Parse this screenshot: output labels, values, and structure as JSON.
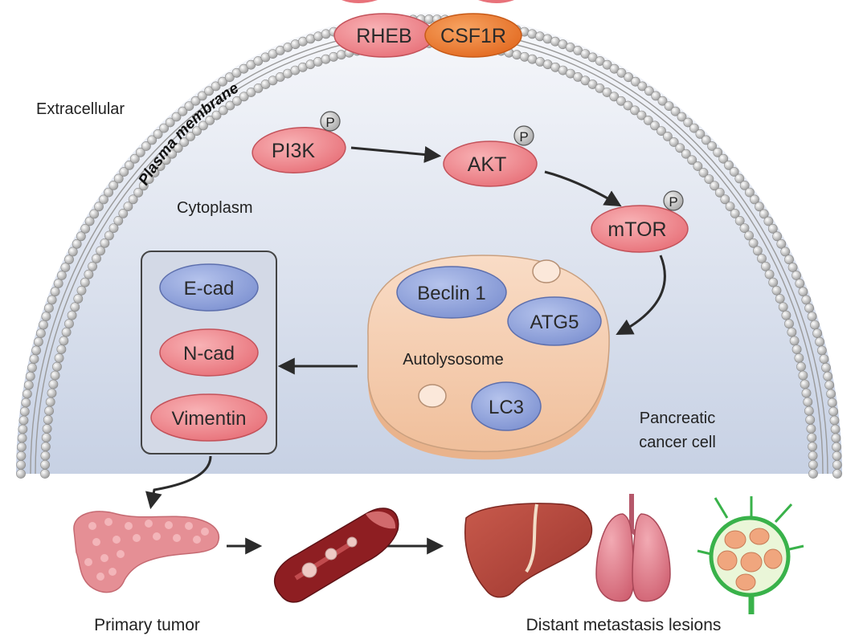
{
  "labels": {
    "extracellular": "Extracellular",
    "plasma_membrane": "Plasma membrane",
    "cytoplasm": "Cytoplasm",
    "autolysosome": "Autolysosome",
    "cell_line1": "Pancreatic",
    "cell_line2": "cancer cell",
    "primary_tumor": "Primary tumor",
    "metastasis": "Distant metastasis lesions"
  },
  "proteins": {
    "rheb": "RHEB",
    "csf1r": "CSF1R",
    "pi3k": "PI3K",
    "akt": "AKT",
    "mtor": "mTOR",
    "beclin1": "Beclin 1",
    "atg5": "ATG5",
    "lc3": "LC3",
    "ecad": "E-cad",
    "ncad": "N-cad",
    "vimentin": "Vimentin",
    "phospho": "P"
  },
  "colors": {
    "pink_protein": "#f08a8f",
    "blue_protein": "#8fa4dc",
    "orange_protein": "#ee7a2c",
    "cytoplasm_top": "#f5f7fb",
    "cytoplasm_bottom": "#c9d3e6",
    "autolysosome": "#f7d2b5",
    "organ_red": "#b4423c",
    "lung_pink": "#df7e8b"
  }
}
